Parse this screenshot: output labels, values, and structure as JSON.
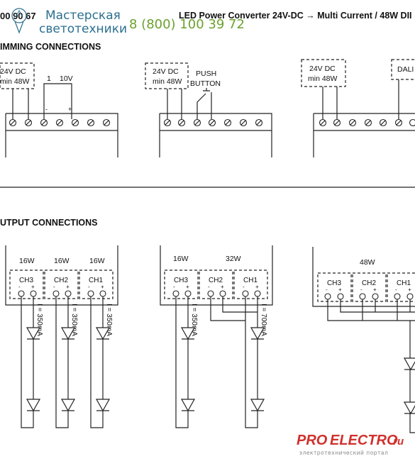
{
  "watermark": {
    "phone_left": "00 90 67",
    "company_line1": "Мастерская",
    "company_line2": "светотехники",
    "phone": "8 (800) 100 39 72",
    "brand_pro": "PRO",
    "brand_electro": "ELECTRO",
    "brand_ru": ".ru",
    "brand_tagline": "электротехнический портал"
  },
  "header": {
    "title": "LED Power Converter 24V-DC → Multi Current / 48W DII"
  },
  "dimming": {
    "section_title": "IMMING CONNECTIONS",
    "power_line1": "24V DC",
    "power_line2": "min 48W",
    "analog_label_1": "1",
    "analog_label_10v": "10V",
    "minus": "-",
    "plus": "+",
    "push_line1": "PUSH",
    "push_line2": "BUTTON",
    "dali": "DALI"
  },
  "output": {
    "section_title": "UTPUT CONNECTIONS",
    "ch1": "CH1",
    "ch2": "CH2",
    "ch3": "CH3",
    "w16": "16W",
    "w32": "32W",
    "w48": "48W",
    "i350": "I = 350mA",
    "i700": "I = 700mA",
    "minus": "-",
    "plus": "+"
  }
}
